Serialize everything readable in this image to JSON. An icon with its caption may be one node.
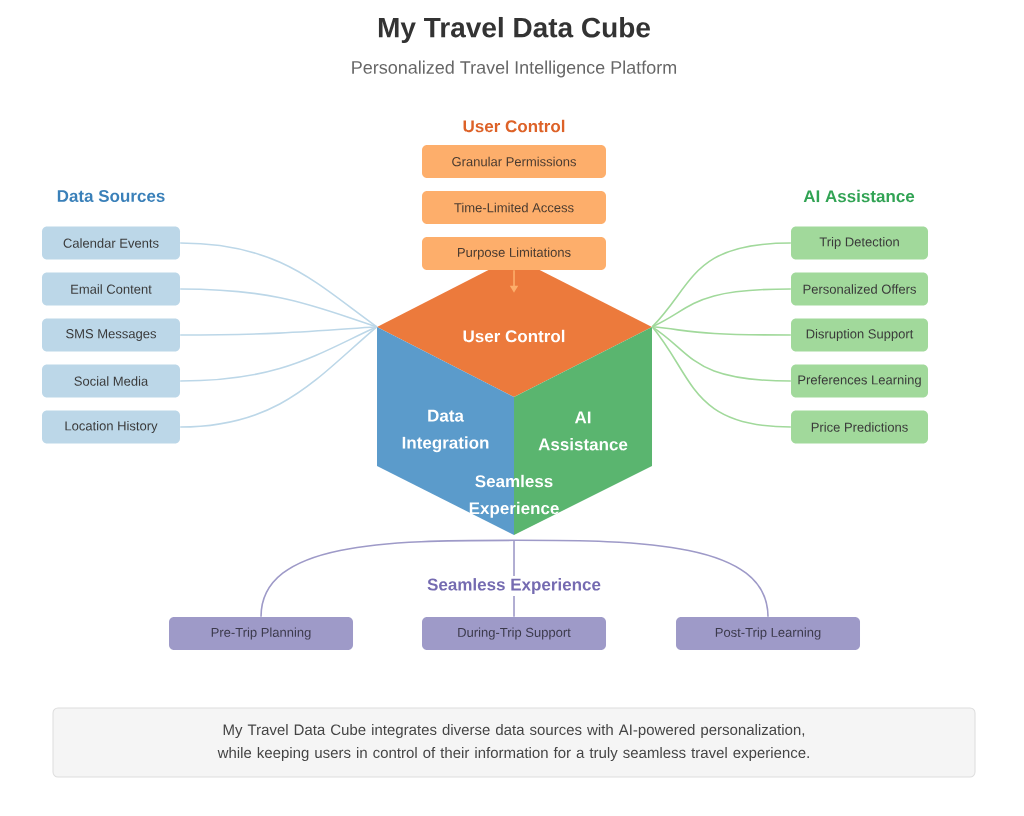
{
  "diagram": {
    "title": "My Travel Data Cube",
    "nodes": [
      {
        "text": [
          "Granular Permissions"
        ]
      },
      {
        "text": [
          "Time-Limited Access"
        ]
      },
      {
        "text": [
          "Purpose Limitations"
        ]
      },
      {
        "text": [
          "Calendar Events"
        ]
      },
      {
        "text": [
          "Email Content"
        ]
      },
      {
        "text": [
          "SMS Messages"
        ]
      },
      {
        "text": [
          "Social Media"
        ]
      },
      {
        "text": [
          "Location History"
        ]
      },
      {
        "text": [
          "Trip Detection"
        ]
      },
      {
        "text": [
          "Personalized Offers"
        ]
      },
      {
        "text": [
          "Disruption Support"
        ]
      },
      {
        "text": [
          "Preferences Learning"
        ]
      },
      {
        "text": [
          "Price Predictions"
        ]
      },
      {
        "text": [
          "User Control"
        ]
      },
      {
        "text": [
          "Data Integration"
        ]
      },
      {
        "text": [
          "AI Assistance"
        ]
      },
      {
        "text": [
          "Seamless Experience"
        ]
      },
      {
        "text": [
          "Pre-Trip Planning"
        ]
      },
      {
        "text": [
          "During-Trip Support"
        ]
      },
      {
        "text": [
          "Post-Trip Learning"
        ]
      },
      {
        "text": [
          "My Travel Data Cube integrates diverse data sources with AI-powered personalization, while keeping users in control of their information for a truly seamless travel experience."
        ]
      }
    ],
    "edges": [
      {
        "from": 2,
        "to": 13,
        "arrow": "to",
        "color": "#fdae6b"
      },
      {
        "from": 3,
        "to": 14,
        "arrow": "none",
        "color": "#bcd7e8"
      },
      {
        "from": 4,
        "to": 14,
        "arrow": "none",
        "color": "#bcd7e8"
      },
      {
        "from": 5,
        "to": 14,
        "arrow": "none",
        "color": "#bcd7e8"
      },
      {
        "from": 6,
        "to": 14,
        "arrow": "none",
        "color": "#bcd7e8"
      },
      {
        "from": 7,
        "to": 14,
        "arrow": "none",
        "color": "#bcd7e8"
      },
      {
        "from": 15,
        "to": 8,
        "arrow": "none",
        "color": "#a1d99b"
      },
      {
        "from": 15,
        "to": 9,
        "arrow": "none",
        "color": "#a1d99b"
      },
      {
        "from": 15,
        "to": 10,
        "arrow": "none",
        "color": "#a1d99b"
      },
      {
        "from": 15,
        "to": 11,
        "arrow": "none",
        "color": "#a1d99b"
      },
      {
        "from": 15,
        "to": 12,
        "arrow": "none",
        "color": "#a1d99b"
      },
      {
        "from": 16,
        "to": 17,
        "arrow": "none",
        "color": "#9e9ac8"
      },
      {
        "from": 16,
        "to": 18,
        "arrow": "none",
        "color": "#9e9ac8"
      },
      {
        "from": 16,
        "to": 19,
        "arrow": "none",
        "color": "#9e9ac8"
      }
    ],
    "labels": [
      "Personalized Travel Intelligence Platform",
      "User Control",
      "Data Sources",
      "AI Assistance",
      "Seamless Experience"
    ]
  }
}
